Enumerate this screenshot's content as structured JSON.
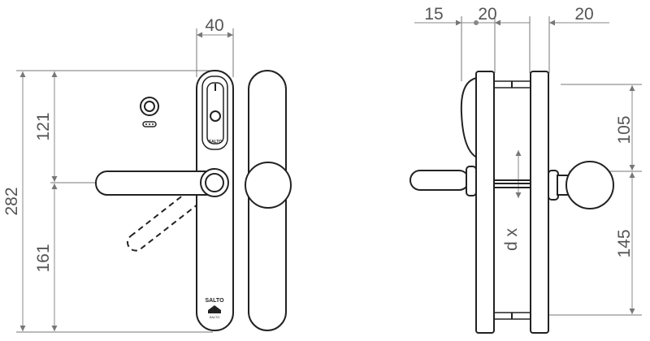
{
  "front_view": {
    "dim_width": "40",
    "dim_total_height": "282",
    "dim_top": "121",
    "dim_bottom": "161",
    "brand_reader": "SALTO",
    "brand_bottom": "SALTO",
    "brand_bottom_sub": "SALTO"
  },
  "side_view": {
    "dim_top_15": "15",
    "dim_top_20_a": "20",
    "dim_top_20_b": "20",
    "dim_right_105": "105",
    "dim_right_145": "145",
    "dim_thickness": "d x"
  }
}
